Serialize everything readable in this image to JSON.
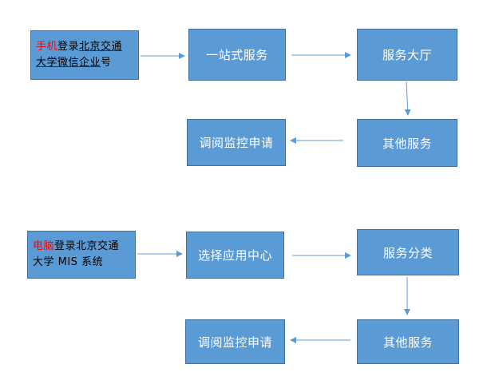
{
  "colors": {
    "box_fill": "#5b9bd5",
    "box_border": "#41719c",
    "arrow": "#5b9bd5",
    "highlight": "#ff0000"
  },
  "flow1": {
    "start": {
      "highlight": "手机",
      "rest_line1": "登录",
      "underlined_line1": "北京交通",
      "underlined_line2_a": "大学微信企业",
      "rest_line2": "号"
    },
    "step1": "一站式服务",
    "step2": "服务大厅",
    "step3": "其他服务",
    "step4": "调阅监控申请"
  },
  "flow2": {
    "start": {
      "highlight": "电脑",
      "rest_line1": "登录北京交通",
      "line2": "大学 MIS 系统"
    },
    "step1": "选择应用中心",
    "step2": "服务分类",
    "step3": "其他服务",
    "step4": "调阅监控申请"
  }
}
